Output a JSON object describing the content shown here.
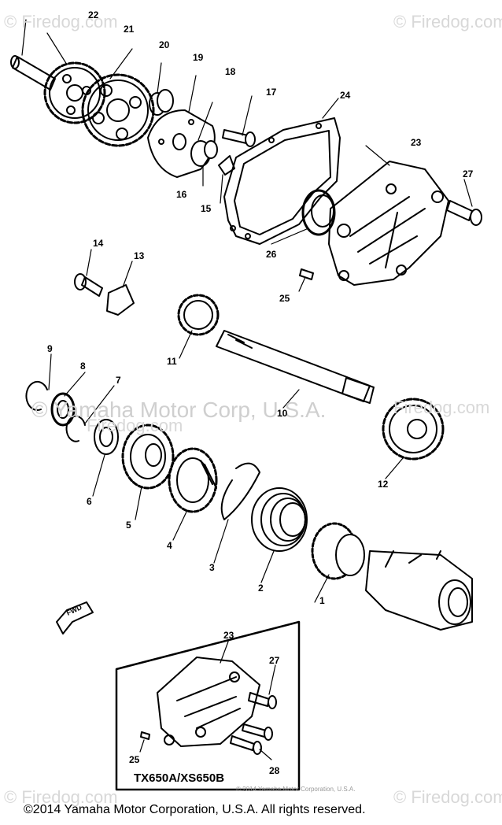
{
  "watermarks": {
    "brand": "© Firedog.com",
    "middle": "© Yamaha Motor Corp, U.S.A.",
    "middle_extra": "Firedog.com"
  },
  "part_labels": [
    "1",
    "2",
    "3",
    "4",
    "5",
    "6",
    "7",
    "8",
    "9",
    "10",
    "11",
    "12",
    "13",
    "14",
    "15",
    "16",
    "17",
    "18",
    "19",
    "20",
    "21",
    "22",
    "23",
    "24",
    "25",
    "26",
    "27"
  ],
  "inset": {
    "model": "TX650A/XS650B",
    "labels": [
      "23",
      "27",
      "28",
      "25"
    ]
  },
  "small_note": "© 2014 Yamaha Motor Corporation, U.S.A.",
  "copyright": "©2014 Yamaha Motor Corporation, U.S.A. All rights reserved.",
  "fwd_label": "FWD"
}
